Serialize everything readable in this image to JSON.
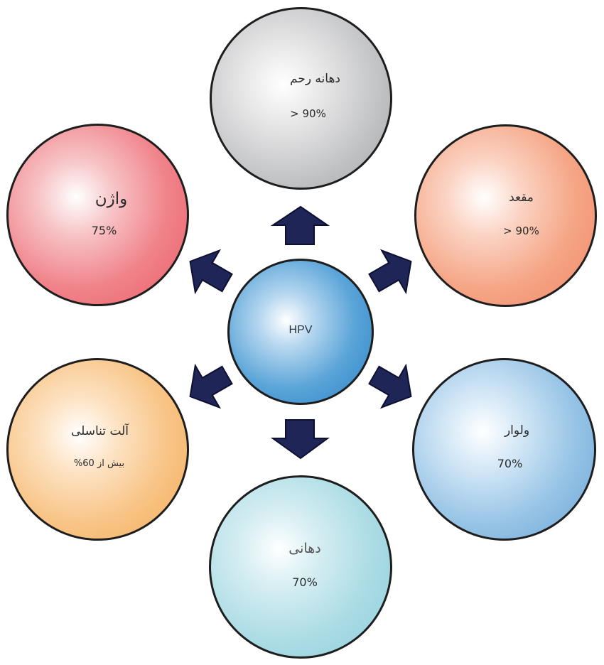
{
  "center": {
    "label": "HPV",
    "color": "#2d86c8"
  },
  "sites": [
    {
      "id": "cervix",
      "name": "دهانه رحم",
      "value": "> 90%",
      "color": "#a9aaad",
      "position": "top"
    },
    {
      "id": "anus",
      "name": "مقعد",
      "value": "> 90%",
      "color": "#f08a6a",
      "position": "top-right"
    },
    {
      "id": "vulva",
      "name": "ولوار",
      "value": "70%",
      "color": "#6aa6d8",
      "position": "bottom-right"
    },
    {
      "id": "oral",
      "name": "دهانی",
      "value": "70%",
      "color": "#8fd0dc",
      "position": "bottom"
    },
    {
      "id": "penis",
      "name": "آلت تناسلی",
      "value": "بیش از 60%",
      "color": "#f4ae5a",
      "position": "bottom-left"
    },
    {
      "id": "vagina",
      "name": "واژن",
      "value": "75%",
      "color": "#ee5c66",
      "position": "top-left"
    }
  ],
  "arrow_color": "#1f2557"
}
